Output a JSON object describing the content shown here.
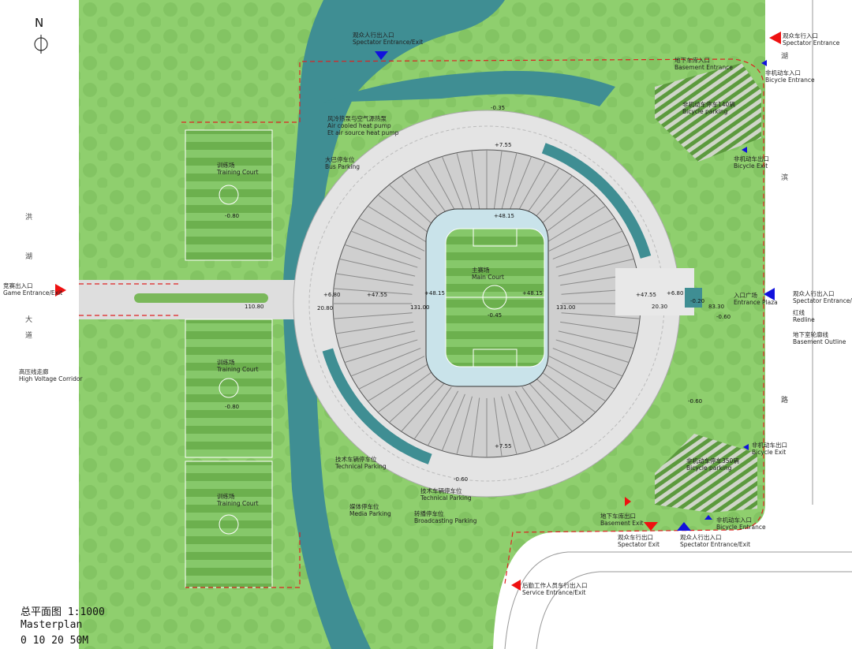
{
  "north_label": "N",
  "title": {
    "cn": "总平面图 1:1000",
    "en": "Masterplan",
    "scale": "0 10 20  50M"
  },
  "colors": {
    "park": "#8fcf6e",
    "grass_dark": "#6cb04e",
    "river": "#3f8e93",
    "pavement": "#e2e2e2",
    "pitch": "#7fcf5e",
    "entry_red": "#ee1111",
    "entry_blue": "#1111dd",
    "redline": "#d22"
  },
  "road_chars": [
    "洪",
    "湖",
    "大",
    "道"
  ],
  "right_road_chars": [
    "湖",
    "滨",
    "路"
  ],
  "labels": {
    "spectator_ee_top": {
      "cn": "观众人行出入口",
      "en": "Spectator Entrance/Exit"
    },
    "spectator_entrance": {
      "cn": "观众车行入口",
      "en": "Spectator Entrance"
    },
    "basement_entrance": {
      "cn": "地下车库入口",
      "en": "Basement Entrance"
    },
    "bicycle_entrance_top": {
      "cn": "非机动车入口",
      "en": "Bicycle Entrance"
    },
    "bicycle_parking_top": {
      "cn": "非机动车停车140辆",
      "en": "Bicycle parking"
    },
    "bicycle_exit_top": {
      "cn": "非机动车出口",
      "en": "Bicycle Exit"
    },
    "heat_pump": {
      "cn": "风冷热泵与空气源热泵",
      "en": "Air cooled heat pump",
      "en2": "Et air source heat pump"
    },
    "bus_parking": {
      "cn": "大巴停车位",
      "en": "Bus Parking"
    },
    "training_1": {
      "cn": "训练场",
      "en": "Training Court"
    },
    "training_2": {
      "cn": "训练场",
      "en": "Training Court"
    },
    "training_3": {
      "cn": "训练场",
      "en": "Training Court"
    },
    "main_court": {
      "cn": "主赛场",
      "en": "Main Court"
    },
    "game_ee": {
      "cn": "竞赛出入口",
      "en": "Game Entrance/Exit"
    },
    "hv_corridor": {
      "cn": "高压线走廊",
      "en": "High Voltage Corridor"
    },
    "entrance_plaza": {
      "cn": "入口广场",
      "en": "Entrance Plaza"
    },
    "spectator_ee_right": {
      "cn": "观众人行出入口",
      "en": "Spectator Entrance/Exit"
    },
    "redline": {
      "cn": "红线",
      "en": "Redline"
    },
    "basement_outline": {
      "cn": "地下室轮廓线",
      "en": "Basement Outline"
    },
    "bicycle_exit_bottom": {
      "cn": "非机动车出口",
      "en": "Bicycle Exit"
    },
    "bicycle_parking_bottom": {
      "cn": "非机动车停车350辆",
      "en": "Bicycle parking"
    },
    "technical_parking_1": {
      "cn": "技术车辆停车位",
      "en": "Technical Parking"
    },
    "technical_parking_2": {
      "cn": "技术车辆停车位",
      "en": "Technical Parking"
    },
    "media_parking": {
      "cn": "媒体停车位",
      "en": "Media Parking"
    },
    "broadcasting_parking": {
      "cn": "转播停车位",
      "en": "Broadcasting Parking"
    },
    "basement_exit": {
      "cn": "地下车库出口",
      "en": "Basement Exit"
    },
    "spectator_exit": {
      "cn": "观众车行出口",
      "en": "Spectator Exit"
    },
    "spectator_ee_bottom": {
      "cn": "观众人行出入口",
      "en": "Spectator Entrance/Exit"
    },
    "bicycle_entrance_bottom": {
      "cn": "非机动车入口",
      "en": "Bicycle Entrance"
    },
    "service_ee": {
      "cn": "后勤工作人员车行出入口",
      "en": "Service Entrance/Exit"
    }
  },
  "elevations": {
    "e1": "-0.35",
    "e2": "+7.55",
    "e3": "+48.15",
    "e4": "+47.55",
    "e5": "+6.80",
    "e6": "+48.15",
    "e7": "+48.15",
    "e8": "+47.55",
    "e9": "+6.80",
    "e10": "-0.20",
    "e11": "-0.60",
    "e12": "-0.45",
    "e13": "+7.55",
    "e14": "-0.60",
    "e15": "-0.80",
    "e16": "-0.80",
    "e17": "-0.60",
    "d1": "131.00",
    "d2": "131.00",
    "d3": "20.80",
    "d4": "20.30",
    "d5": "110.80",
    "d6": "83.30"
  }
}
